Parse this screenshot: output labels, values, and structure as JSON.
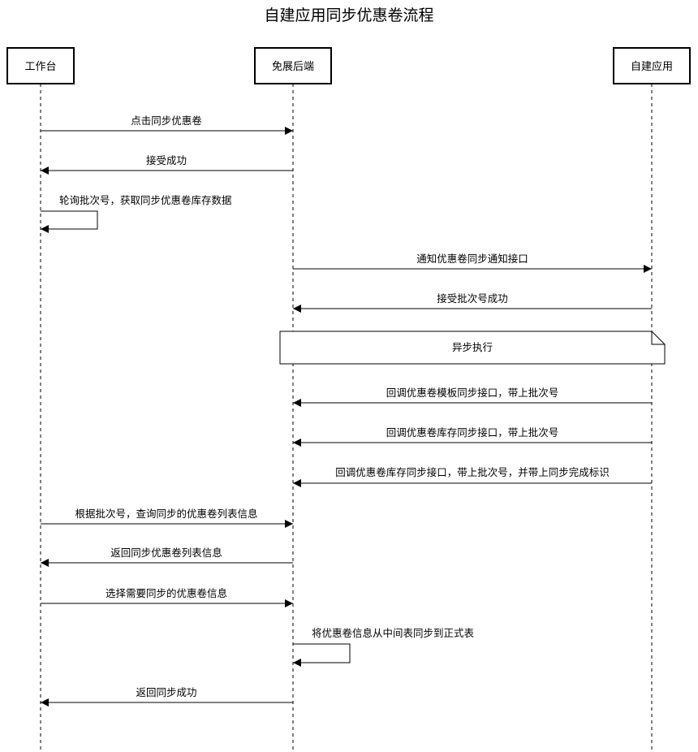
{
  "title": "自建应用同步优惠卷流程",
  "participants": [
    {
      "id": "workbench",
      "label": "工作台"
    },
    {
      "id": "backend",
      "label": "免展后端"
    },
    {
      "id": "selfapp",
      "label": "自建应用"
    }
  ],
  "messages": [
    {
      "from": "workbench",
      "to": "backend",
      "label": "点击同步优惠卷"
    },
    {
      "from": "backend",
      "to": "workbench",
      "label": "接受成功"
    },
    {
      "from": "workbench",
      "to": "workbench",
      "label": "轮询批次号，获取同步优惠卷库存数据"
    },
    {
      "from": "backend",
      "to": "selfapp",
      "label": "通知优惠卷同步通知接口"
    },
    {
      "from": "selfapp",
      "to": "backend",
      "label": "接受批次号成功"
    },
    {
      "from": "selfapp",
      "to": "backend",
      "label": "回调优惠卷模板同步接口，带上批次号"
    },
    {
      "from": "selfapp",
      "to": "backend",
      "label": "回调优惠卷库存同步接口，带上批次号"
    },
    {
      "from": "selfapp",
      "to": "backend",
      "label": "回调优惠卷库存同步接口，带上批次号，并带上同步完成标识"
    },
    {
      "from": "workbench",
      "to": "backend",
      "label": "根据批次号，查询同步的优惠卷列表信息"
    },
    {
      "from": "backend",
      "to": "workbench",
      "label": "返回同步优惠卷列表信息"
    },
    {
      "from": "workbench",
      "to": "backend",
      "label": "选择需要同步的优惠卷信息"
    },
    {
      "from": "backend",
      "to": "backend",
      "label": "将优惠卷信息从中间表同步到正式表"
    },
    {
      "from": "backend",
      "to": "workbench",
      "label": "返回同步成功"
    }
  ],
  "note": {
    "label": "异步执行"
  }
}
